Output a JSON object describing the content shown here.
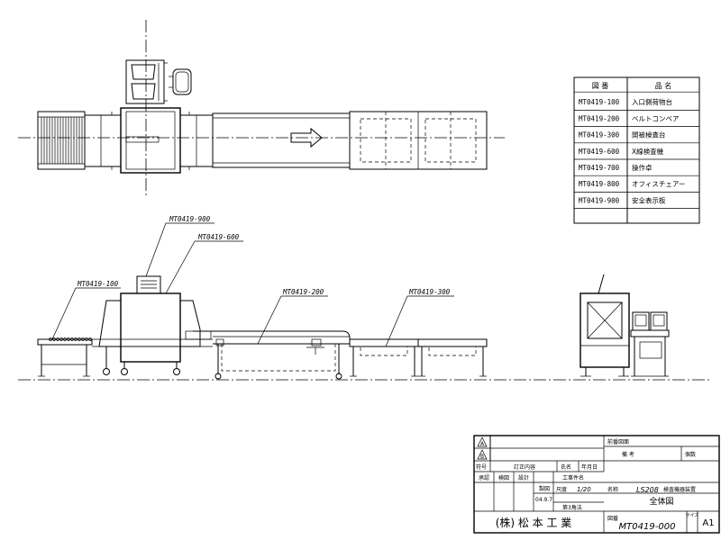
{
  "parts_list": {
    "header_code": "図 番",
    "header_name": "品 名",
    "rows": [
      {
        "code": "MT0419-100",
        "name": "入口側荷物台"
      },
      {
        "code": "MT0419-200",
        "name": "ベルトコンベア"
      },
      {
        "code": "MT0419-300",
        "name": "開被検査台"
      },
      {
        "code": "MT0419-600",
        "name": "X線検査機"
      },
      {
        "code": "MT0419-700",
        "name": "操作卓"
      },
      {
        "code": "MT0419-800",
        "name": "オフィスチェアー"
      },
      {
        "code": "MT0419-900",
        "name": "安全表示板"
      }
    ]
  },
  "callouts": {
    "c900": "MT0419-900",
    "c600": "MT0419-600",
    "c100": "MT0419-100",
    "c200": "MT0419-200",
    "c300": "MT0419-300"
  },
  "title_block": {
    "prev_drawing": "前番図面",
    "remarks": "備 考",
    "count_label": "個数",
    "symbol": "符号",
    "revision": "訂正内容",
    "name_col": "氏名",
    "date_col": "年月日",
    "approve": "承認",
    "inspect": "検図",
    "design": "設計",
    "draft": "製図",
    "work_no": "工事件名",
    "date": "04.9.7",
    "scale_label": "尺度",
    "scale": "1/20",
    "projection": "第3角法",
    "name_label": "名称",
    "model": "LS208",
    "model_desc": "検査機器装置",
    "drawing_title": "全体図",
    "company": "(株) 松 本 工 業",
    "drawing_no_label": "図番",
    "drawing_no": "MT0419-000",
    "size_label": "サイズ",
    "size": "A1",
    "rev_marks": [
      "A",
      "B"
    ]
  }
}
